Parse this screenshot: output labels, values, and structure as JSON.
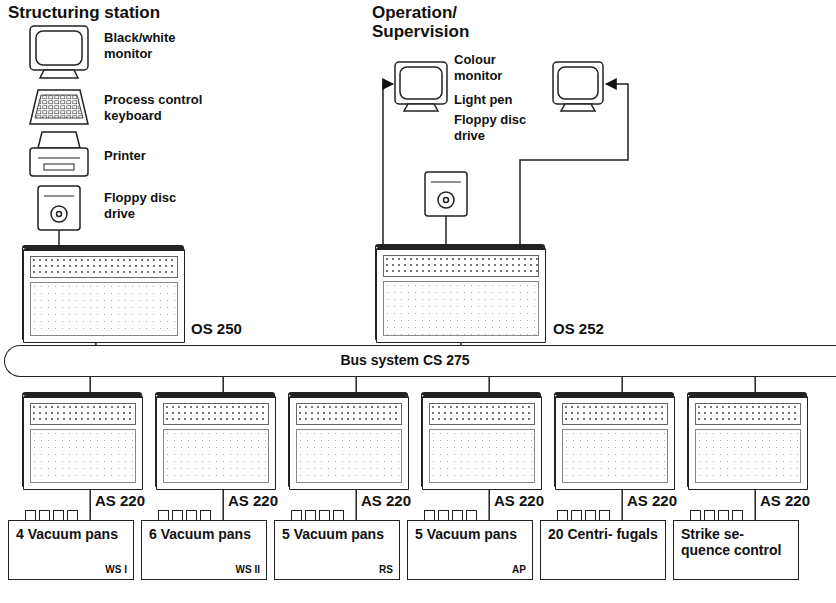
{
  "diagram": {
    "nodes": [
      {
        "text": [
          "OS 250"
        ]
      },
      {
        "text": [
          "OS 252"
        ]
      },
      {
        "text": [
          "Bus system CS 275"
        ]
      },
      {
        "text": [
          "AS 220"
        ]
      },
      {
        "text": [
          "AS 220"
        ]
      },
      {
        "text": [
          "AS 220"
        ]
      },
      {
        "text": [
          "AS 220"
        ]
      },
      {
        "text": [
          "AS 220"
        ]
      },
      {
        "text": [
          "AS 220"
        ]
      },
      {
        "text": [
          "4 Vacuum pans",
          "WS I"
        ]
      },
      {
        "text": [
          "6 Vacuum pans",
          "WS II"
        ]
      },
      {
        "text": [
          "5 Vacuum pans",
          "RS"
        ]
      },
      {
        "text": [
          "5 Vacuum pans",
          "AP"
        ]
      },
      {
        "text": [
          "20 Centri- fugals"
        ]
      },
      {
        "text": [
          "Strike se- quence control"
        ]
      }
    ],
    "edges": [
      {
        "from": 0,
        "to": 2,
        "arrow": "none"
      },
      {
        "from": 1,
        "to": 2,
        "arrow": "none"
      },
      {
        "from": 2,
        "to": 3,
        "arrow": "none"
      },
      {
        "from": 2,
        "to": 4,
        "arrow": "none"
      },
      {
        "from": 2,
        "to": 5,
        "arrow": "none"
      },
      {
        "from": 2,
        "to": 6,
        "arrow": "none"
      },
      {
        "from": 2,
        "to": 7,
        "arrow": "none"
      },
      {
        "from": 2,
        "to": 8,
        "arrow": "none"
      },
      {
        "from": 3,
        "to": 9,
        "arrow": "none"
      },
      {
        "from": 4,
        "to": 10,
        "arrow": "none"
      },
      {
        "from": 5,
        "to": 11,
        "arrow": "none"
      },
      {
        "from": 6,
        "to": 12,
        "arrow": "none"
      },
      {
        "from": 7,
        "to": 13,
        "arrow": "none"
      },
      {
        "from": 8,
        "to": 14,
        "arrow": "none"
      }
    ],
    "labels": [
      "Structuring station",
      "Black/white monitor",
      "Process control keyboard",
      "Printer",
      "Floppy disc drive",
      "Operation/ Supervision",
      "Colour monitor",
      "Light pen",
      "Floppy disc drive"
    ]
  }
}
